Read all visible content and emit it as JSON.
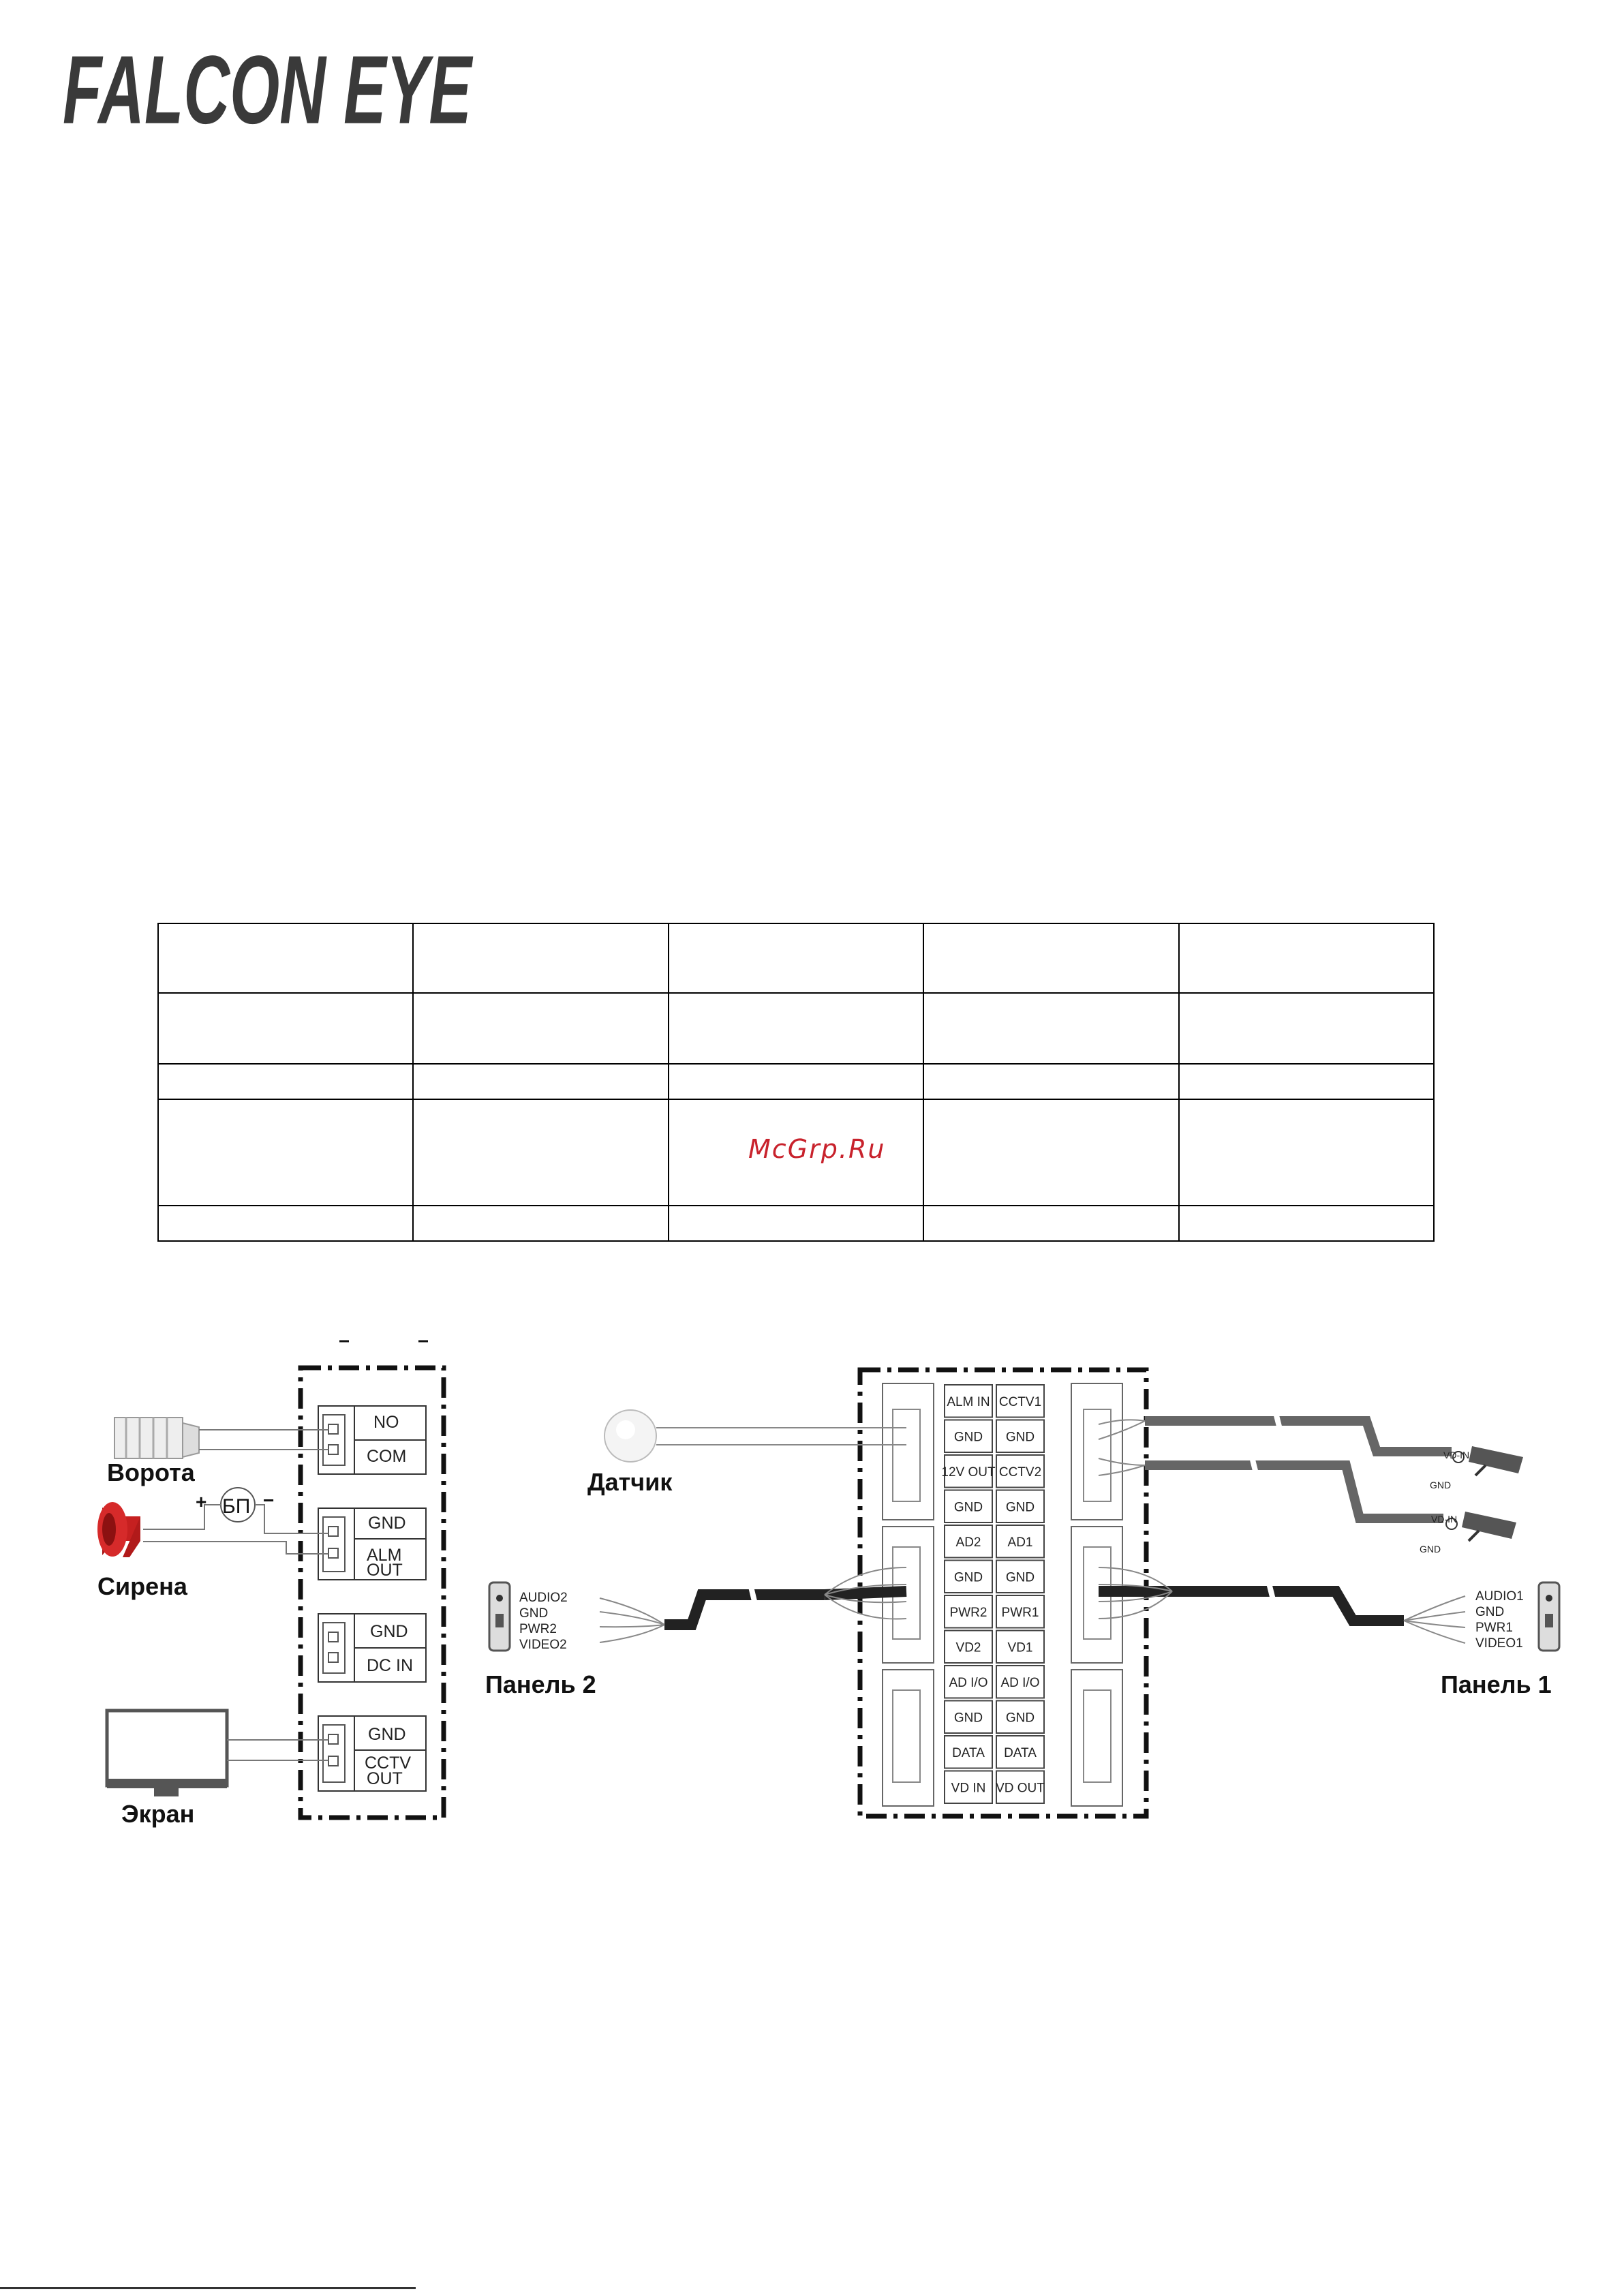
{
  "brand": {
    "logo_text": "FALCON EYE",
    "color": "#3a3a3a"
  },
  "watermark": "McGrp.Ru",
  "table": {
    "rows": 5,
    "cols": 5
  },
  "diagram": {
    "left_block": {
      "groups": [
        {
          "top": "NO",
          "bottom": "COM"
        },
        {
          "top": "GND",
          "bottom": "ALM OUT"
        },
        {
          "top": "GND",
          "bottom": "DC IN"
        },
        {
          "top": "GND",
          "bottom": "CCTV OUT"
        }
      ]
    },
    "devices": {
      "gate": "Ворота",
      "siren": "Сирена",
      "screen": "Экран",
      "sensor": "Датчик",
      "panel2": "Панель 2",
      "panel1": "Панель 1",
      "psu": "БП",
      "psu_plus": "+",
      "psu_minus": "−"
    },
    "main_block": {
      "left_col": [
        "ALM IN",
        "GND",
        "12V OUT",
        "GND",
        "AD2",
        "GND",
        "PWR2",
        "VD2",
        "AD I/O",
        "GND",
        "DATA",
        "VD IN"
      ],
      "right_col": [
        "CCTV1",
        "GND",
        "CCTV2",
        "GND",
        "AD1",
        "GND",
        "PWR1",
        "VD1",
        "AD I/O",
        "GND",
        "DATA",
        "VD OUT"
      ]
    },
    "panel2_wires": [
      "AUDIO2",
      "GND",
      "PWR2",
      "VIDEO2"
    ],
    "panel1_wires": [
      "AUDIO1",
      "GND",
      "PWR1",
      "VIDEO1"
    ],
    "camera_labels": {
      "vd_in": "VD-IN",
      "gnd": "GND"
    }
  }
}
